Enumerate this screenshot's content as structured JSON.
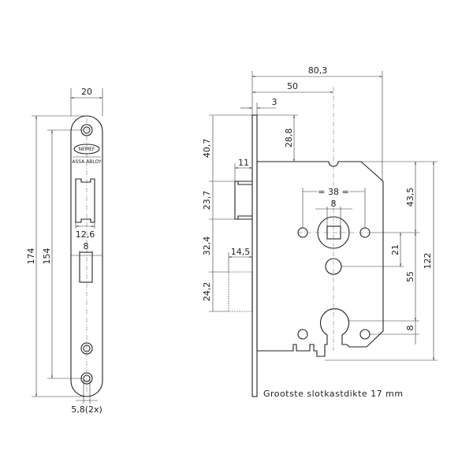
{
  "faceplate": {
    "brand": "NEMEF",
    "sub_brand": "ASSA ABLOY",
    "dims": {
      "width": "20",
      "height": "174",
      "hole_spacing": "154",
      "latch_width": "12,6",
      "bolt_width": "8",
      "hole_dia": "5,8(2x)"
    }
  },
  "lock": {
    "dims": {
      "overall": "80,3",
      "backset": "50",
      "plate": "3",
      "top_offset": "28,8",
      "latch_proj": "11",
      "bolt_proj": "14,5",
      "left_a": "40,7",
      "left_b": "23,7",
      "left_c": "32,4",
      "left_d": "24,2",
      "rose_holes": "38",
      "spindle": "8",
      "right_a": "43,5",
      "right_b": "21",
      "right_c": "55",
      "right_d": "8",
      "case_height": "122"
    },
    "note": "Grootste slotkastdikte 17 mm"
  }
}
